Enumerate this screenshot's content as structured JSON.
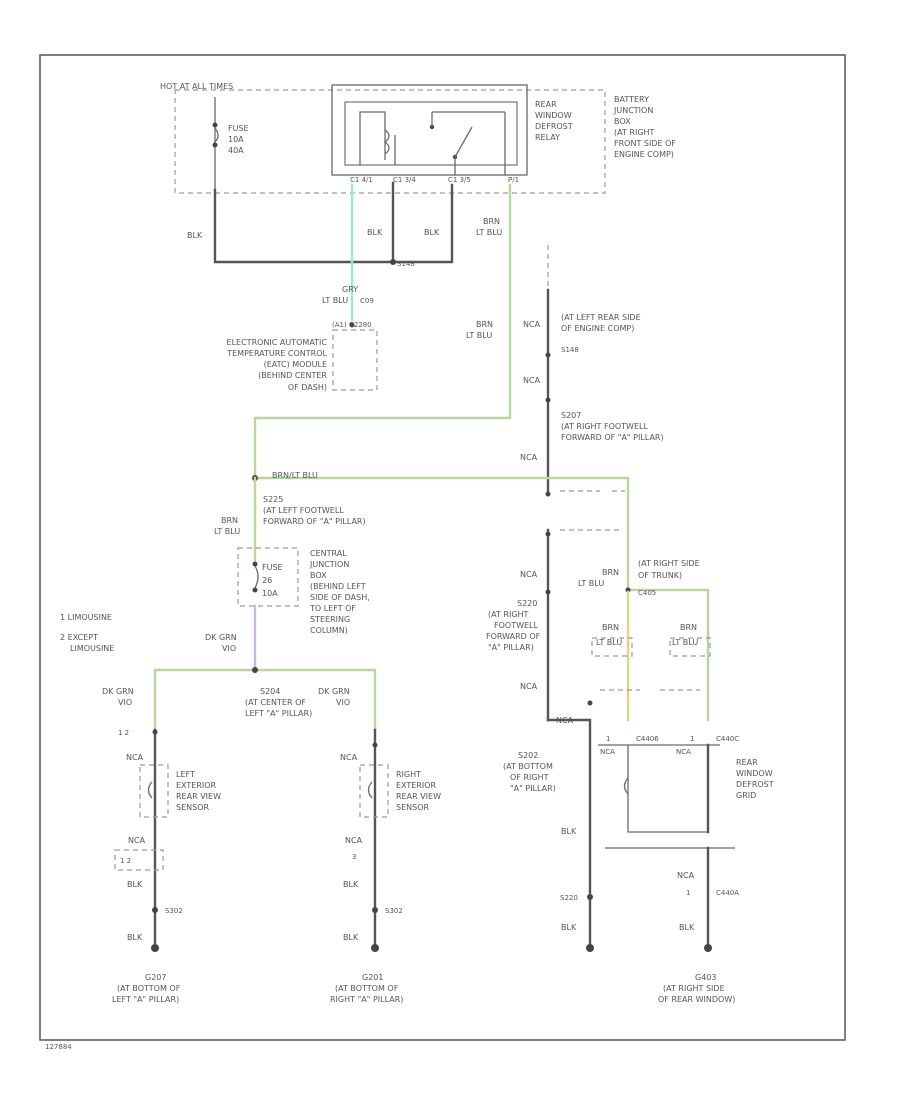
{
  "labels": {
    "hot_at_all_times": "HOT AT ALL TIMES",
    "fuse_top_1": "FUSE",
    "fuse_top_2": "10A",
    "fuse_top_3": "40A",
    "relay_1": "REAR",
    "relay_2": "WINDOW",
    "relay_3": "DEFROST",
    "relay_4": "RELAY",
    "bjb_1": "BATTERY",
    "bjb_2": "JUNCTION",
    "bjb_3": "BOX",
    "bjb_4": "(AT RIGHT",
    "bjb_5": "FRONT SIDE OF",
    "bjb_6": "ENGINE COMP)",
    "pin_1": "C1 4/1",
    "pin_2": "C1 3/4",
    "pin_3": "C1 3/5",
    "pin_4": "P/1",
    "blk_a": "BLK",
    "blk_b": "BLK",
    "blk_c": "BLK",
    "s148": "S148",
    "brn_ltblu_a1": "BRN",
    "brn_ltblu_a2": "LT BLU",
    "gry_ltblu_1": "GRY",
    "gry_ltblu_2": "LT BLU",
    "gry_ltblu_3": "C09",
    "eatc_conn": "(A1) C2280",
    "eatc_1": "ELECTRONIC AUTOMATIC",
    "eatc_2": "TEMPERATURE CONTROL",
    "eatc_3": "(EATC) MODULE",
    "eatc_4": "(BEHIND CENTER",
    "eatc_5": "OF DASH)",
    "brn_ltblu_b1": "BRN",
    "brn_ltblu_b2": "LT BLU",
    "nca_1": "NCA",
    "s1_1": "(AT LEFT REAR SIDE",
    "s1_2": "OF ENGINE COMP)",
    "s1_3": "S148",
    "nca_2": "NCA",
    "s207_1": "S207",
    "s207_2": "(AT RIGHT FOOTWELL",
    "s207_3": "FORWARD OF \"A\" PILLAR)",
    "nca_3": "NCA",
    "brn_ltblu_c": "BRN/LT BLU",
    "s225_1": "S225",
    "s225_2": "(AT LEFT FOOTWELL",
    "s225_3": "FORWARD OF \"A\" PILLAR)",
    "brn_ltblu_d1": "BRN",
    "brn_ltblu_d2": "LT BLU",
    "fuse_mid_1": "FUSE",
    "fuse_mid_2": "26",
    "fuse_mid_3": "10A",
    "cjb_1": "CENTRAL",
    "cjb_2": "JUNCTION",
    "cjb_3": "BOX",
    "cjb_4": "(BEHIND LEFT",
    "cjb_5": "SIDE OF DASH,",
    "cjb_6": "TO LEFT OF",
    "cjb_7": "STEERING",
    "cjb_8": "COLUMN)",
    "legend_1": "1  LIMOUSINE",
    "legend_2": "2  EXCEPT",
    "legend_3": "LIMOUSINE",
    "dkgrn_vio_a1": "DK GRN",
    "dkgrn_vio_a2": "VIO",
    "s204_1": "S204",
    "s204_2": "(AT CENTER OF",
    "s204_3": "LEFT \"A\" PILLAR)",
    "dkgrn_vio_b1": "DK GRN",
    "dkgrn_vio_b2": "VIO",
    "dkgrn_vio_c1": "DK GRN",
    "dkgrn_vio_c2": "VIO",
    "pins_l": "1    2",
    "nca_l1": "NCA",
    "left_sensor_1": "LEFT",
    "left_sensor_2": "EXTERIOR",
    "left_sensor_3": "REAR VIEW",
    "left_sensor_4": "SENSOR",
    "nca_l2": "NCA",
    "pins_l2": "1    2",
    "blk_l1": "BLK",
    "s302_l": "S302",
    "blk_l2": "BLK",
    "g207_1": "G207",
    "g207_2": "(AT BOTTOM OF",
    "g207_3": "LEFT \"A\" PILLAR)",
    "nca_r1": "NCA",
    "right_sensor_1": "RIGHT",
    "right_sensor_2": "EXTERIOR",
    "right_sensor_3": "REAR VIEW",
    "right_sensor_4": "SENSOR",
    "nca_r2": "NCA",
    "nca_r3": "3",
    "blk_r1": "BLK",
    "s302_r": "S302",
    "blk_r2": "BLK",
    "g201_1": "G201",
    "g201_2": "(AT BOTTOM OF",
    "g201_3": "RIGHT \"A\" PILLAR)",
    "nca_4": "NCA",
    "s220_1": "S220",
    "s220_2": "(AT RIGHT",
    "s220_3": "FOOTWELL",
    "s220_4": "FORWARD OF",
    "s220_5": "\"A\" PILLAR)",
    "nca_5": "NCA",
    "nca_6": "NCA",
    "brn_ltblu_e1": "BRN",
    "brn_ltblu_e2": "LT BLU",
    "trunk_1": "(AT RIGHT SIDE",
    "trunk_2": "OF TRUNK)",
    "trunk_3": "C405",
    "brn_ltblu_f1": "BRN",
    "brn_ltblu_f2": "LT BLU",
    "brn_ltblu_g1": "BRN",
    "brn_ltblu_g2": "LT BLU",
    "s202_1": "S202",
    "s202_2": "(AT BOTTOM",
    "s202_3": "OF RIGHT",
    "s202_4": "\"A\" PILLAR)",
    "c4406_pin": "1",
    "c4406": "C4406",
    "c440c_pin": "1",
    "c440c": "C440C",
    "nca_7": "NCA",
    "nca_8": "NCA",
    "grid_1": "REAR",
    "grid_2": "WINDOW",
    "grid_3": "DEFROST",
    "grid_4": "GRID",
    "blk_s1": "BLK",
    "s220b": "S220",
    "blk_s2": "BLK",
    "nca_9": "NCA",
    "c440a_pin": "1",
    "c440a": "C440A",
    "blk_s3": "BLK",
    "g403_1": "G403",
    "g403_2": "(AT RIGHT SIDE",
    "g403_3": "OF REAR WINDOW)",
    "ref_code": "127884"
  }
}
